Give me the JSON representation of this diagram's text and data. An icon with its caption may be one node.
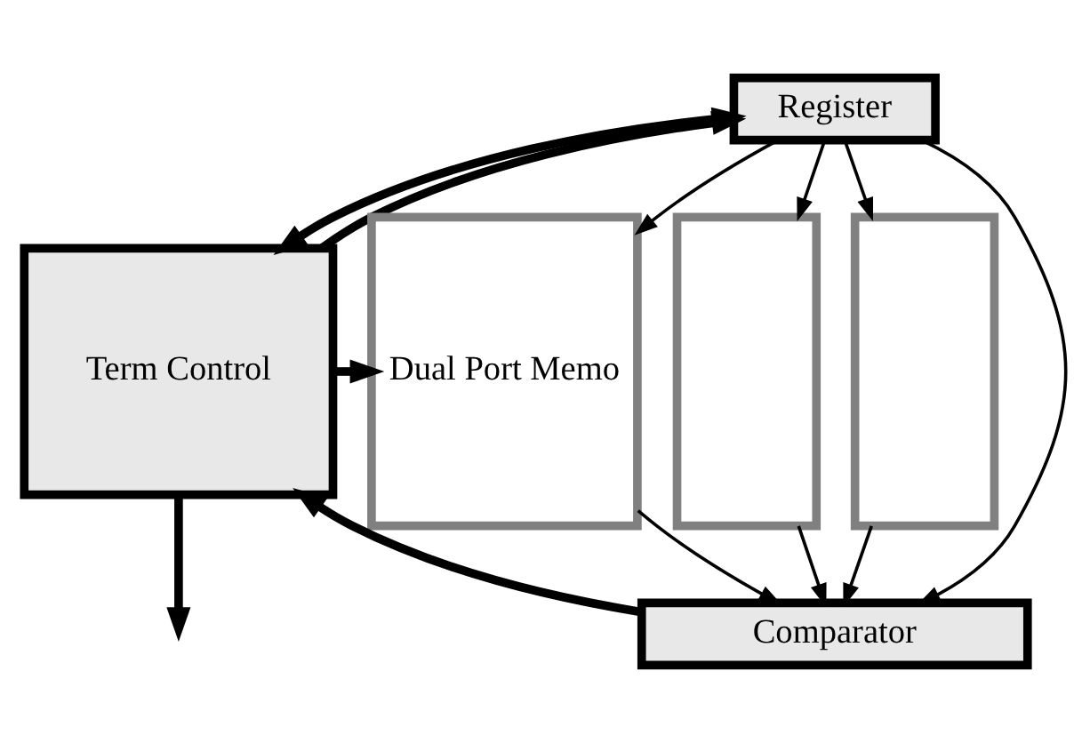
{
  "diagram": {
    "nodes": [
      {
        "text": [
          "Term Control"
        ]
      },
      {
        "text": [
          "Register"
        ]
      },
      {
        "text": [
          "Dual Port Memo"
        ]
      },
      {
        "text": [],
        "shape": "box"
      },
      {
        "text": [],
        "shape": "box"
      },
      {
        "text": [
          "Comparator"
        ]
      }
    ],
    "edges": [
      {
        "from": 0,
        "to": null,
        "arrow": "to",
        "style": "thick"
      },
      {
        "from": 0,
        "to": 1,
        "arrow": "both",
        "style": "thick"
      },
      {
        "from": 0,
        "to": 1,
        "arrow": "to",
        "style": "thick"
      },
      {
        "from": 0,
        "to": 2,
        "arrow": "to",
        "style": "thick"
      },
      {
        "from": 1,
        "to": 2,
        "arrow": "to"
      },
      {
        "from": 1,
        "to": 3,
        "arrow": "to"
      },
      {
        "from": 1,
        "to": 4,
        "arrow": "to"
      },
      {
        "from": 2,
        "to": 5,
        "arrow": "to"
      },
      {
        "from": 3,
        "to": 5,
        "arrow": "to"
      },
      {
        "from": 4,
        "to": 5,
        "arrow": "to"
      },
      {
        "from": 1,
        "to": 5,
        "arrow": "to"
      },
      {
        "from": 5,
        "to": 0,
        "arrow": "to",
        "style": "thick"
      }
    ]
  }
}
